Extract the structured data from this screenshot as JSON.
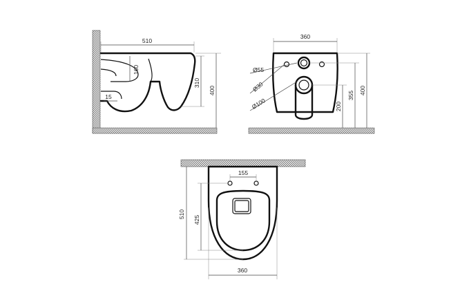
{
  "diagram": {
    "side_view": {
      "width_label": "510",
      "bowl_height_label": "160",
      "outlet_label": "15",
      "inner_height_label": "310",
      "total_height_label": "400"
    },
    "front_view": {
      "width_label": "360",
      "hole_55_label": "Ø55",
      "hole_30_label": "Ø30",
      "hole_100_label": "Ø100",
      "outlet_height_label": "200",
      "pipe_height_label": "355",
      "total_height_label": "400"
    },
    "top_view": {
      "bolt_spacing_label": "155",
      "total_length_label": "510",
      "seat_length_label": "425",
      "width_label": "360"
    }
  }
}
